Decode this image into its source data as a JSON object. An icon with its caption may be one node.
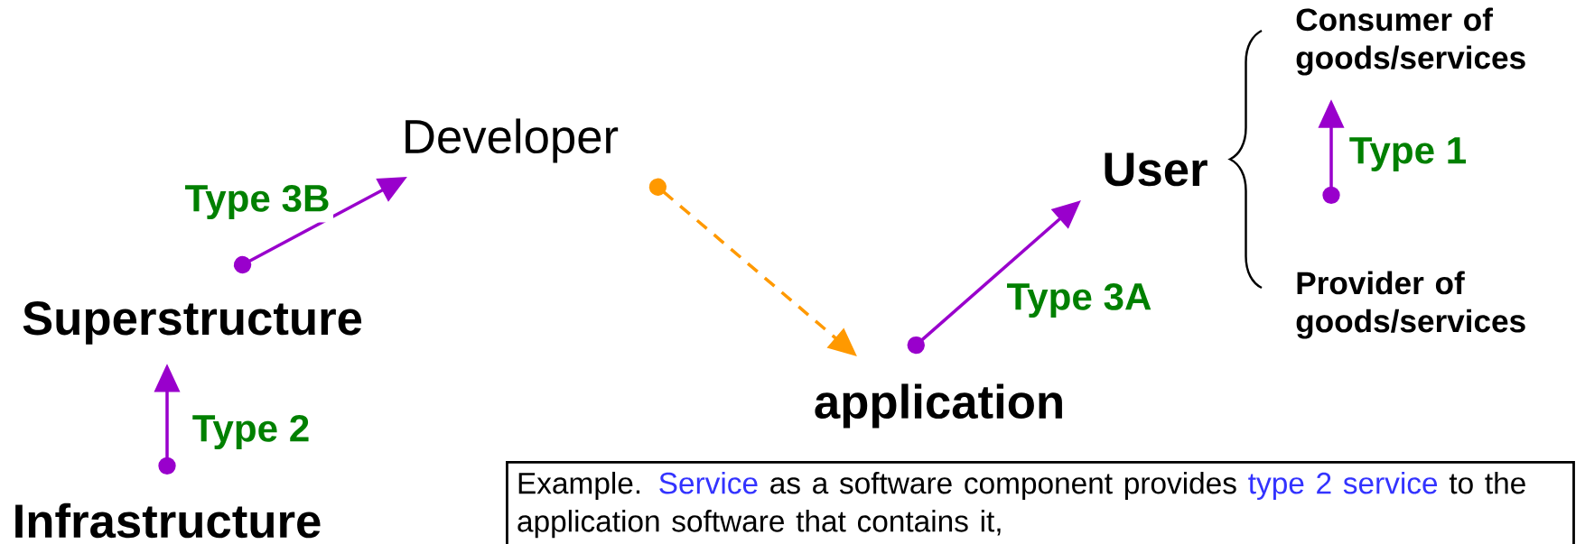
{
  "diagram": {
    "nodes": [
      {
        "text": [
          "Developer"
        ]
      },
      {
        "text": [
          "Superstructure"
        ]
      },
      {
        "text": [
          "Infrastructure"
        ]
      },
      {
        "text": [
          "application"
        ]
      },
      {
        "text": [
          "User"
        ]
      },
      {
        "text": [
          "Consumer of goods/services"
        ]
      },
      {
        "text": [
          "Provider of goods/services"
        ]
      },
      {
        "text": [
          "Example.",
          "Service",
          "as a software component provides",
          "type 2 service",
          "to the application software that contains it,"
        ]
      }
    ],
    "edges": [
      {
        "from": 1,
        "to": 0,
        "arrow": "to",
        "label": "Type 3B"
      },
      {
        "from": 2,
        "to": 1,
        "arrow": "to",
        "label": "Type 2"
      },
      {
        "from": 0,
        "to": 3,
        "arrow": "to",
        "style": "dashed",
        "color": "#ff9900"
      },
      {
        "from": 3,
        "to": 4,
        "arrow": "to",
        "label": "Type 3A"
      },
      {
        "from": 6,
        "to": 5,
        "arrow": "to",
        "label": "Type 1"
      }
    ]
  }
}
